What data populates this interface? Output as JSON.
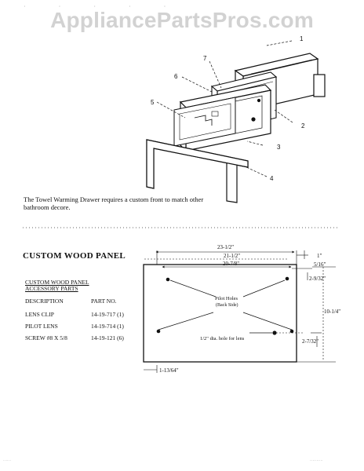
{
  "watermark": "AppliancePartsPros.com",
  "exploded_view": {
    "callouts": [
      "1",
      "2",
      "3",
      "4",
      "5",
      "6",
      "7"
    ],
    "note": "The Towel Warming Drawer requires a custom front to match other bathroom decore."
  },
  "custom_panel": {
    "title": "CUSTOM WOOD PANEL",
    "accessory_heading": [
      "CUSTOM WOOD PANEL",
      "ACCESSORY PARTS"
    ],
    "columns": [
      "DESCRIPTION",
      "PART NO."
    ],
    "parts": [
      {
        "description": "LENS CLIP",
        "part_no": "14-19-717 (1)"
      },
      {
        "description": "PILOT LENS",
        "part_no": "14-19-714 (1)"
      },
      {
        "description": "SCREW #8 X 5/8",
        "part_no": "14-19-121 (6)"
      }
    ]
  },
  "drawing": {
    "dims": {
      "overall_width": "23-1/2\"",
      "hole_span": "21-1/2\"",
      "inner_span": "20-7/8\"",
      "right_offset": "1\"",
      "right_small": "5/16\"",
      "top_offset": "2-9/32\"",
      "height": "10-1/4\"",
      "bottom_offset": "2-7/32\"",
      "left_bottom": "1-13/64\""
    },
    "pilot_holes_label": [
      "Pilot Holes",
      "(Back Side)"
    ],
    "lens_hole_label": "1/2\" dia. hole for lens"
  }
}
